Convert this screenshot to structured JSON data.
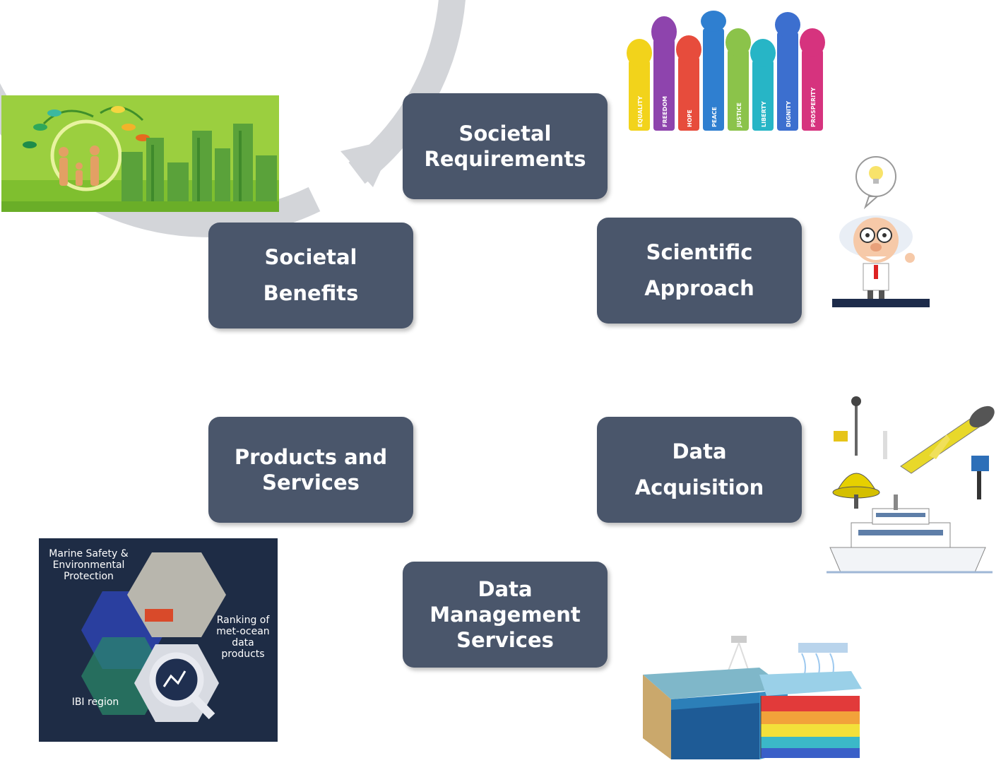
{
  "nodes": [
    {
      "line1": "Societal",
      "line2": "Requirements"
    },
    {
      "line1": "Scientific",
      "line2": "Approach"
    },
    {
      "line1": "Data",
      "line2": "Acquisition"
    },
    {
      "line1": "Data Management",
      "line2": "Services"
    },
    {
      "line1": "Products and",
      "line2": "Services"
    },
    {
      "line1": "Societal",
      "line2": "Benefits"
    }
  ],
  "illustrations": {
    "hands_words": [
      "EQUALITY",
      "FREEDOM",
      "HOPE",
      "PEACE",
      "JUSTICE",
      "LIBERTY",
      "DIGNITY",
      "PROSPERITY"
    ],
    "marine_panel": {
      "title": "Marine Safety & Environmental Protection",
      "ranking": "Ranking of met-ocean data products",
      "region": "IBI region"
    }
  },
  "colors": {
    "node_fill": "#4a566b",
    "ring": "#d3d5d9",
    "panel_bg": "#1e2c45"
  }
}
